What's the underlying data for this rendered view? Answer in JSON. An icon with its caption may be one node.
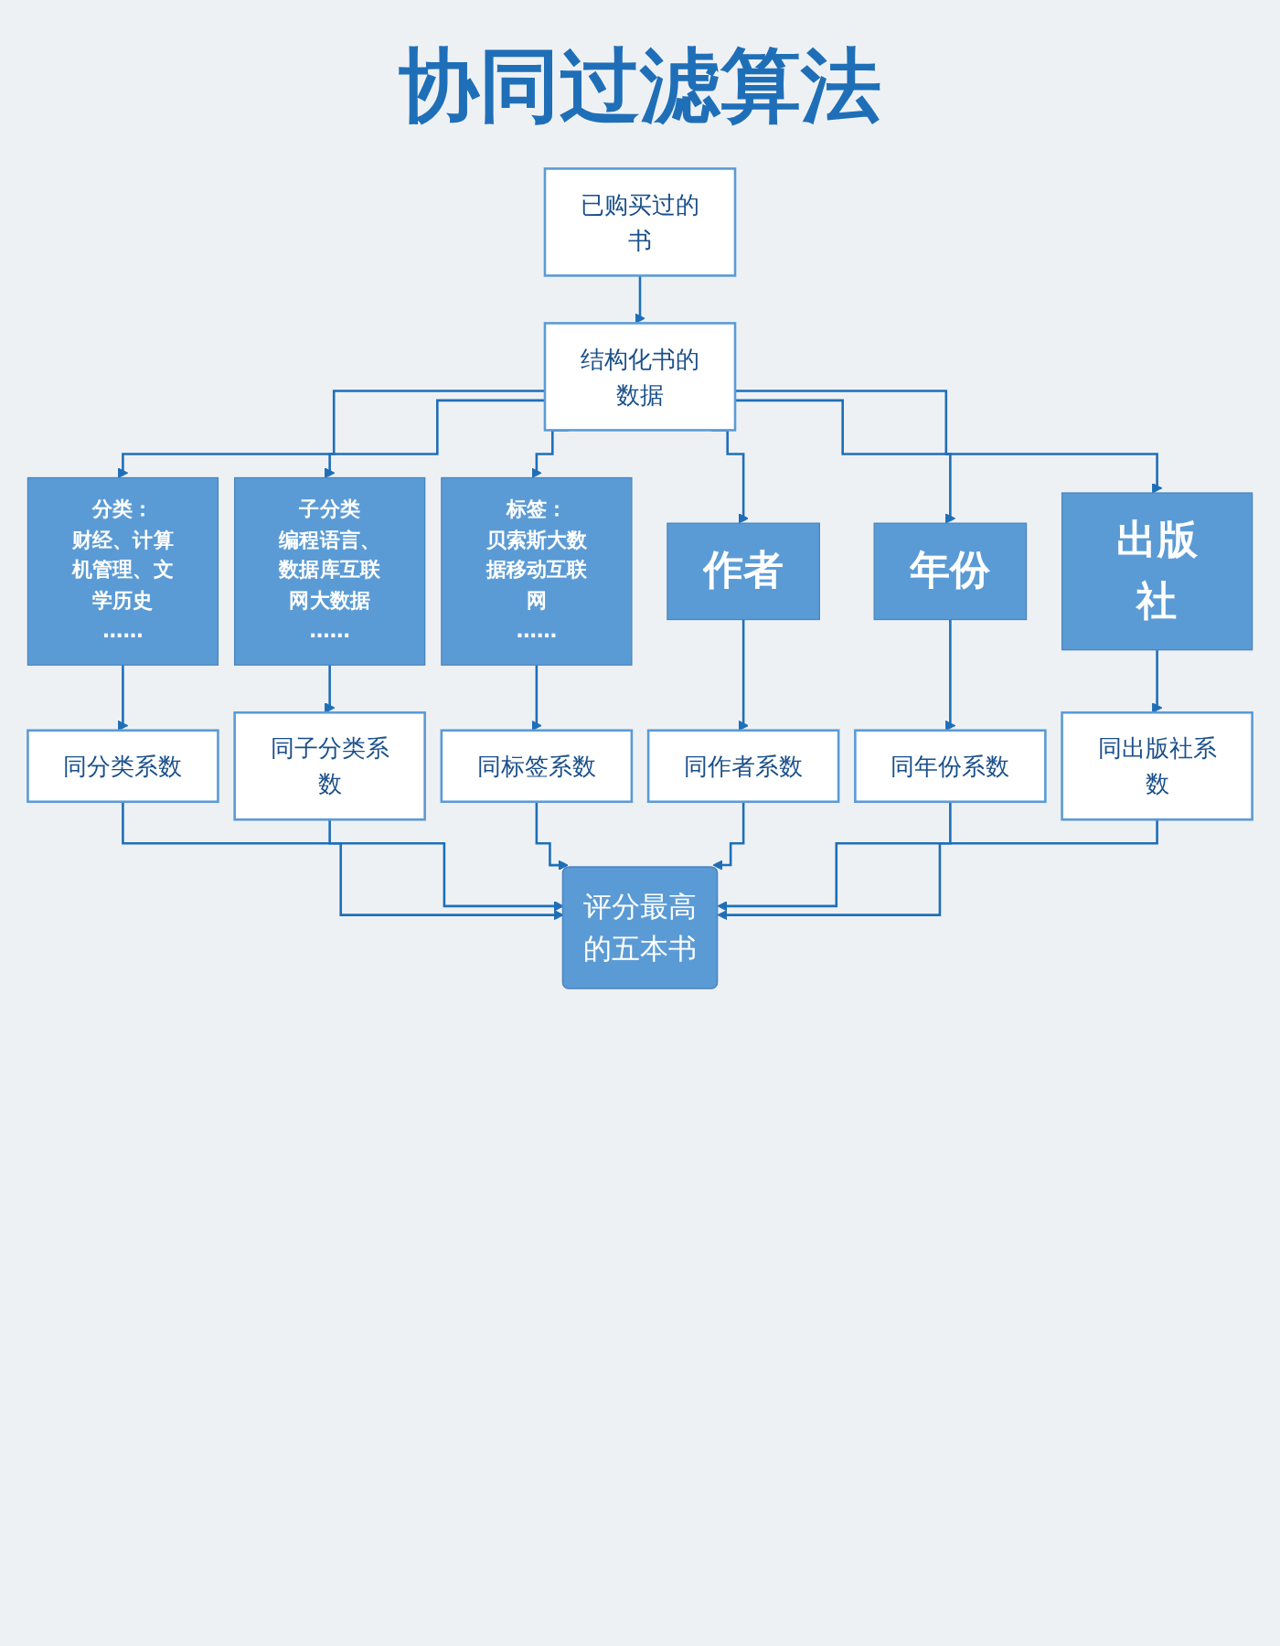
{
  "diagram": {
    "title": "协同过滤算法",
    "nodes": [
      {
        "text": [
          "已购买过的书"
        ]
      },
      {
        "text": [
          "结构化书的数据"
        ]
      },
      {
        "text": [
          "分类：",
          "财经、计算机管理、文学历史",
          "……"
        ]
      },
      {
        "text": [
          "子分类",
          "编程语言、数据库互联网大数据",
          "……"
        ]
      },
      {
        "text": [
          "标签：",
          "贝索斯大数据移动互联网",
          "……"
        ]
      },
      {
        "text": [
          "作者"
        ]
      },
      {
        "text": [
          "年份"
        ]
      },
      {
        "text": [
          "出版社"
        ]
      },
      {
        "text": [
          "同分类系数"
        ]
      },
      {
        "text": [
          "同子分类系数"
        ]
      },
      {
        "text": [
          "同标签系数"
        ]
      },
      {
        "text": [
          "同作者系数"
        ]
      },
      {
        "text": [
          "同年份系数"
        ]
      },
      {
        "text": [
          "同出版社系数"
        ]
      },
      {
        "text": [
          "评分最高的五本书"
        ]
      }
    ],
    "edges": [
      {
        "from": 0,
        "to": 1,
        "arrow": "to"
      },
      {
        "from": 1,
        "to": 2,
        "arrow": "to"
      },
      {
        "from": 1,
        "to": 3,
        "arrow": "to"
      },
      {
        "from": 1,
        "to": 4,
        "arrow": "to"
      },
      {
        "from": 1,
        "to": 5,
        "arrow": "to"
      },
      {
        "from": 1,
        "to": 6,
        "arrow": "to"
      },
      {
        "from": 1,
        "to": 7,
        "arrow": "to"
      },
      {
        "from": 2,
        "to": 8,
        "arrow": "to"
      },
      {
        "from": 3,
        "to": 9,
        "arrow": "to"
      },
      {
        "from": 4,
        "to": 10,
        "arrow": "to"
      },
      {
        "from": 5,
        "to": 11,
        "arrow": "to"
      },
      {
        "from": 6,
        "to": 12,
        "arrow": "to"
      },
      {
        "from": 7,
        "to": 13,
        "arrow": "to"
      },
      {
        "from": 8,
        "to": 14,
        "arrow": "to"
      },
      {
        "from": 9,
        "to": 14,
        "arrow": "to"
      },
      {
        "from": 10,
        "to": 14,
        "arrow": "to"
      },
      {
        "from": 11,
        "to": 14,
        "arrow": "to"
      },
      {
        "from": 12,
        "to": 14,
        "arrow": "to"
      },
      {
        "from": 13,
        "to": 14,
        "arrow": "to"
      }
    ]
  }
}
